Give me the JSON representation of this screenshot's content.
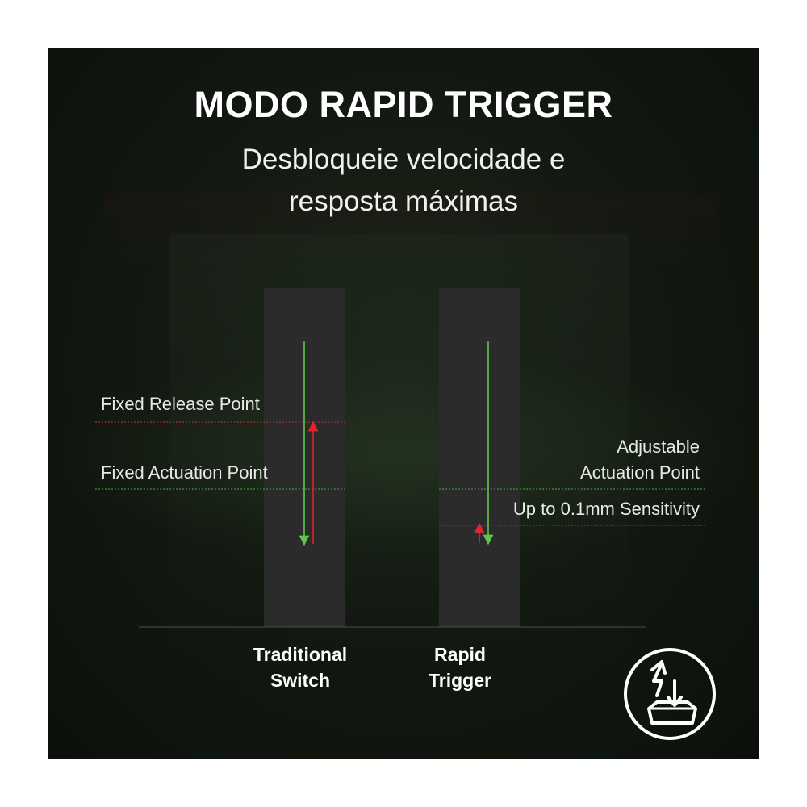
{
  "header": {
    "title": "MODO RAPID TRIGGER",
    "subtitle_line1": "Desbloqueie velocidade e",
    "subtitle_line2": "resposta máximas"
  },
  "labels": {
    "fixed_release": "Fixed Release Point",
    "fixed_actuation": "Fixed Actuation Point",
    "adjustable_line1": "Adjustable",
    "adjustable_line2": "Actuation Point",
    "sensitivity": "Up to 0.1mm Sensitivity"
  },
  "columns": {
    "traditional_line1": "Traditional",
    "traditional_line2": "Switch",
    "rapid_line1": "Rapid",
    "rapid_line2": "Trigger"
  },
  "colors": {
    "background": "#131a12",
    "column": "#2b2b2b",
    "press_arrow": "#5ec74a",
    "release_arrow": "#e0262b",
    "actuation_line": "#3f8f3a",
    "release_line": "#b3262a",
    "text": "#ffffff"
  },
  "icons": {
    "badge": "rapid-trigger-keycap-icon"
  }
}
